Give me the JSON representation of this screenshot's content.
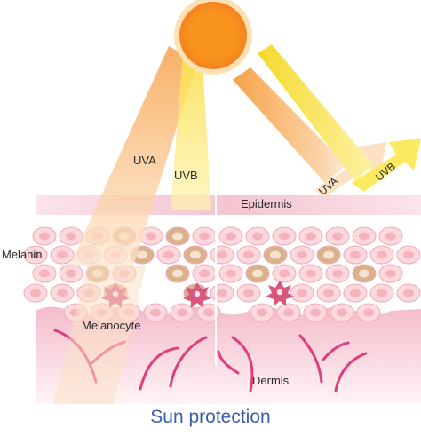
{
  "labels": {
    "uva_incoming": "UVA",
    "uvb_incoming": "UVB",
    "uva_reflected": "UVA",
    "uvb_reflected": "UVB",
    "epidermis": "Epidermis",
    "melanin": "Melanin",
    "melanocyte": "Melanocyte",
    "dermis": "Dermis"
  },
  "caption": "Sun protection",
  "colors": {
    "sun_core": "#f7931e",
    "sun_glow": "#fde0b3",
    "uva_beam": "#f9b56b",
    "uvb_beam": "#fbe45a",
    "epidermis_band": "#f3c4cf",
    "cell_fill": "#fbd9de",
    "cell_nucleus": "#f7b3bd",
    "melanin_cell": "#d9b28c",
    "dermis": "#f6cad3",
    "vessel": "#e03d7e",
    "caption": "#3a5ea8"
  },
  "icons": [
    "sun-icon",
    "melanocyte-icon"
  ]
}
